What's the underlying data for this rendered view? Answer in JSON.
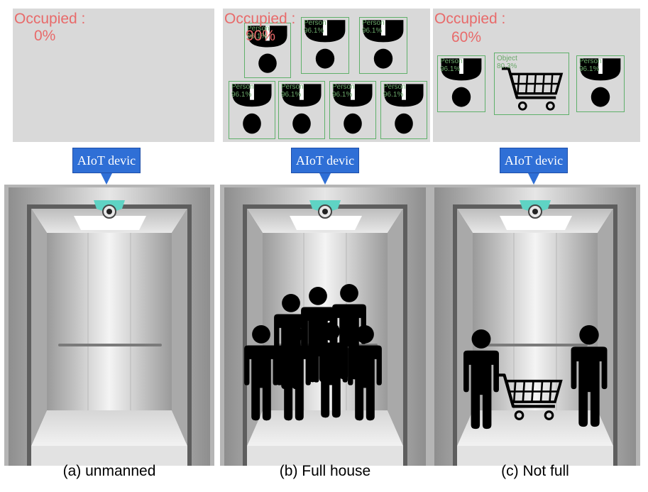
{
  "panels": {
    "a": {
      "occupied_label": "Occupied :",
      "occupied_value": "0%",
      "device_label": "AIoT devic",
      "caption": "(a) unmanned",
      "detections": []
    },
    "b": {
      "occupied_label": "Occupied :",
      "occupied_value": "90%",
      "device_label": "AIoT devic",
      "caption": "(b) Full house",
      "detections": [
        {
          "label": "Person",
          "score": "96.1%"
        },
        {
          "label": "Person",
          "score": "96.1%"
        },
        {
          "label": "Person",
          "score": "96.1%"
        },
        {
          "label": "Person",
          "score": "96.1%"
        },
        {
          "label": "Person",
          "score": "96.1%"
        },
        {
          "label": "Person",
          "score": "96.1%"
        },
        {
          "label": "Person",
          "score": "96.1%"
        }
      ]
    },
    "c": {
      "occupied_label": "Occupied :",
      "occupied_value": "60%",
      "device_label": "AIoT devic",
      "caption": "(c) Not full",
      "detections": [
        {
          "label": "Person",
          "score": "96.1%"
        },
        {
          "label": "Object",
          "score": "80.3%"
        },
        {
          "label": "Person",
          "score": "96.1%"
        }
      ]
    }
  },
  "colors": {
    "screen_bg": "#d9d9d9",
    "occupied_text": "#e86a6a",
    "detection_box": "#5fb06a",
    "device_tag": "#2f6fd6",
    "camera": "#5fd3c4"
  },
  "icons": [
    "person-topview-icon",
    "shopping-cart-icon",
    "person-icon",
    "camera-icon"
  ]
}
